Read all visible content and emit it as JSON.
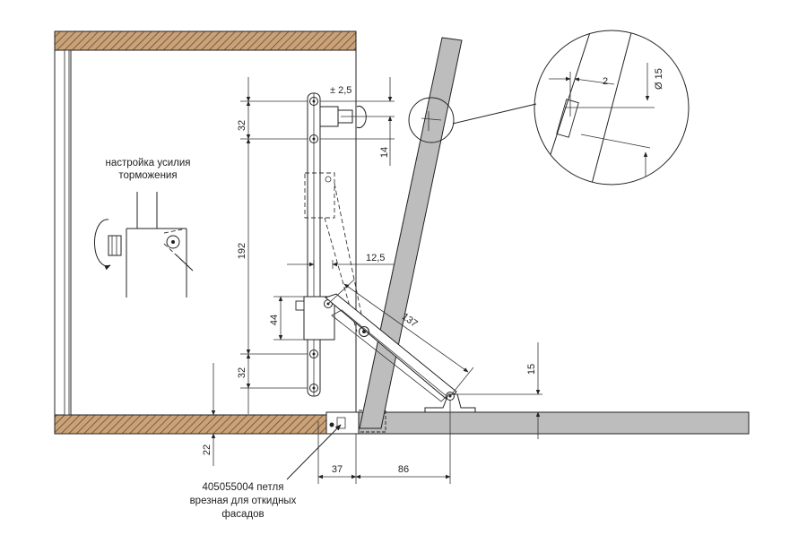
{
  "labels": {
    "braking_adjustment": [
      "настройка усилия",
      "торможения"
    ],
    "hinge_note": [
      "405055004 петля",
      "врезная для откидных",
      "фасадов"
    ]
  },
  "dimensions": {
    "tolerance": "± 2,5",
    "top_pivot_height": "32",
    "rod_length": "192",
    "body_height": "44",
    "bottom_pivot_height": "32",
    "top_offset": "14",
    "bracket_offset": "12,5",
    "arm_length": "137",
    "base_height": "15",
    "bottom_gap": "22",
    "hinge_offset": "37",
    "bracket_distance": "86",
    "detail_gap": "2",
    "detail_diameter": "Ø 15"
  },
  "colors": {
    "wood_fill": "#c9a27a",
    "hatch": "#6b4a2b",
    "flap_fill": "#bdbdbd",
    "line": "#222222"
  }
}
